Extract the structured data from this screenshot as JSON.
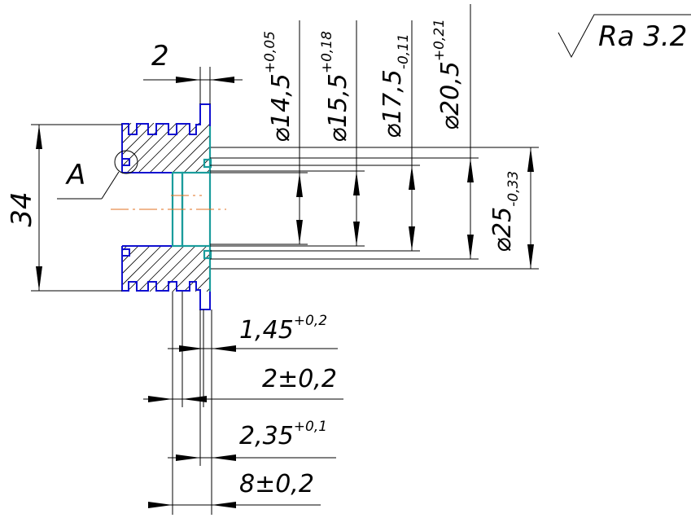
{
  "roughness": {
    "label": "Ra 3.2"
  },
  "leader": {
    "view_label": "A"
  },
  "dims": {
    "top_width": {
      "value": "2"
    },
    "height": {
      "value": "34"
    },
    "d1": {
      "prefix": "⌀",
      "value": "14,5",
      "tol": "+0,05"
    },
    "d2": {
      "prefix": "⌀",
      "value": "15,5",
      "tol": "+0,18"
    },
    "d3": {
      "prefix": "⌀",
      "value": "17,5",
      "tol": "-0,11"
    },
    "d4": {
      "prefix": "⌀",
      "value": "20,5",
      "tol": "+0,21"
    },
    "d5": {
      "prefix": "⌀",
      "value": "25",
      "tol": "-0,33"
    },
    "l1": {
      "value": "1,45",
      "tol": "+0,2"
    },
    "l2": {
      "value": "2±0,2"
    },
    "l3": {
      "value": "2,35",
      "tol": "+0,1"
    },
    "l4": {
      "value": "8±0,2"
    }
  },
  "colors": {
    "outline": "#1010d0",
    "insert": "#1a9c9c",
    "centerline": "#e07020"
  }
}
